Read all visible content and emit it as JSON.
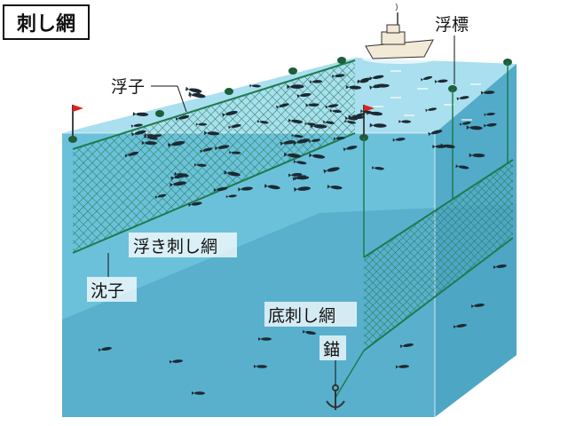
{
  "title": "刺し網",
  "labels": {
    "float": "浮子",
    "marker_buoy": "浮標",
    "drift_gillnet": "浮き刺し網",
    "sinker": "沈子",
    "bottom_gillnet": "底刺し網",
    "anchor": "錨"
  },
  "colors": {
    "water_top": "#8fd3e6",
    "water_front": "#66bcd6",
    "water_right": "#4aa6c4",
    "seabed": "#3f9bbd",
    "net": "#1f7a4f",
    "float": "#1d5e3b",
    "flag": "#e0201c",
    "fish": "#1c2a33"
  },
  "icons": {
    "boat": "fishing-boat-icon",
    "anchor": "anchor-icon",
    "flag": "flag-icon",
    "fish": "fish-icon"
  }
}
